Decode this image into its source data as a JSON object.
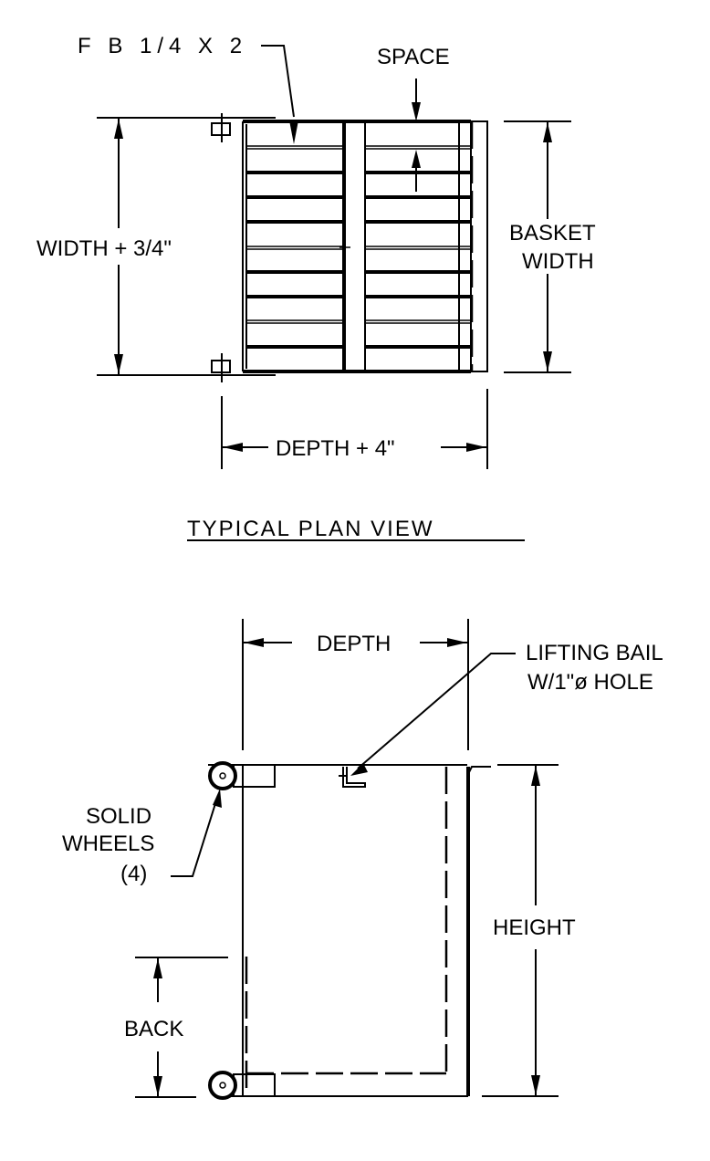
{
  "plan_view": {
    "title": "TYPICAL PLAN VIEW",
    "labels": {
      "flat_bar": "F B 1/4 X 2",
      "space": "SPACE",
      "width_plus": "WIDTH + 3/4\"",
      "basket_width_line1": "BASKET",
      "basket_width_line2": "WIDTH",
      "depth_plus": "DEPTH + 4\""
    }
  },
  "side_view": {
    "labels": {
      "depth": "DEPTH",
      "lifting_bail_line1": "LIFTING BAIL",
      "lifting_bail_line2": "W/1\"ø HOLE",
      "solid_wheels_line1": "SOLID",
      "solid_wheels_line2": "WHEELS",
      "solid_wheels_line3": "(4)",
      "height": "HEIGHT",
      "back": "BACK"
    }
  }
}
